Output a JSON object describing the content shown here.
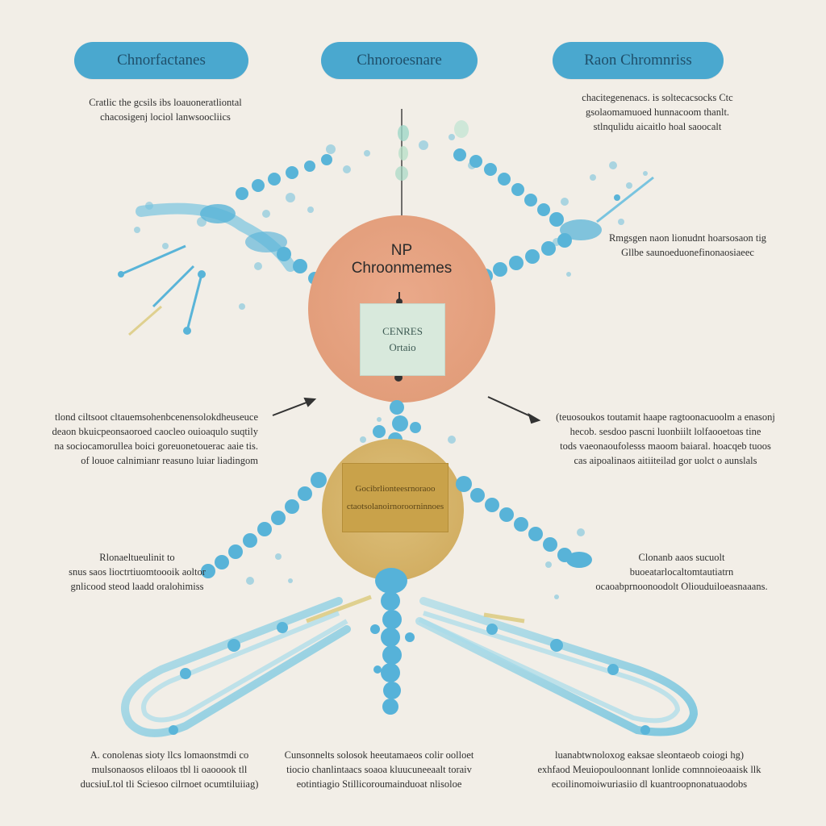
{
  "header_pills": [
    {
      "label": "Chnorfactanes"
    },
    {
      "label": "Chnoroesnare"
    },
    {
      "label": "Raon Chromnriss"
    }
  ],
  "blurbs": {
    "top_left": [
      "Cratlic the gcsils ibs loauoneratliontal",
      "chacosigenj lociol lanwsoocliics"
    ],
    "top_right": [
      "chacitegenenacs. is soltecacsocks  Ctc",
      "gsolaomamuoed hunnacoom thanlt.",
      "stlnqulidu aicaitlo hoal saoocalt"
    ],
    "mid_right_upper": [
      "Rmgsgen naon lionudnt hoarsosaon tig",
      "Gllbe saunoeduonefinonaosiaeec"
    ],
    "mid_left": [
      "tlond ciltsoot cltauemsohenbcenensolokdheuseuce",
      "deaon bkuicpeonsaoroed caocleo ouioaqulo suqtily",
      "na sociocamorullea boici goreuonetouerac aaie tis.",
      "of louoe calnimianr reasuno luiar liadingom"
    ],
    "mid_right": [
      "(teuosoukos toutamit haape ragtoonacuoolm a enasonj",
      "hecob.  sesdoo pascni luonbiilt lolfaooetoas tine",
      "tods vaeonaoufolesss maoom baiaral. hoacqeb tuoos",
      "cas aipoalinaos aitiiteilad gor uolct o aunslals"
    ],
    "lower_left": [
      "Rlonaeltueulinit to",
      "snus saos lioctrtiuomtoooik aoltor",
      "gnlicood steod laadd oralohimiss"
    ],
    "lower_right": [
      "Clonanb aaos sucuolt",
      "buoeatarlocaltomtautiatrn",
      "ocaoabprnoonoodolt Oliouduiloeasnaaans."
    ],
    "bottom_left": [
      "A. conolenas sioty llcs lomaonstmdi co",
      "mulsonaosos eliloaos tbl li oaooook tll",
      "ducsiuLtol tli Sciesoo cilrnoet ocumtiluiiag)"
    ],
    "bottom_center": [
      "Cunsonnelts solosok heeutamaeos colir oolloet",
      "tiocio chanlintaacs soaoa kluucuneeaalt toraiv",
      "eotintiagio Stillicoroumainduoat nlisoloe"
    ],
    "bottom_right": [
      "luanabtwnoloxog eaksae sleontaeob coiogi hg)",
      "exhfaod Meuiopouloonnant lonlide comnnoieoaaisk llk",
      "ecoilinomoiwuriasiio dl kuantroopnonatuaodobs"
    ]
  },
  "center": {
    "np_label": "NP",
    "title": "Chroonmemes",
    "genes_line1": "CENRES",
    "genes_line2": "Ortaio"
  },
  "gold_box": {
    "line1": "Gocibrlionteesrnoraoo",
    "line2": "ctaotsolanoirnoroorninnoes"
  },
  "colors": {
    "background": "#f2eee7",
    "pill": "#4aa8cf",
    "chromosome_blue": "#5bb5d8",
    "peach_circle": "#e6a582",
    "gold_circle": "#d7b56c",
    "gene_box": "#d8e9dc"
  }
}
